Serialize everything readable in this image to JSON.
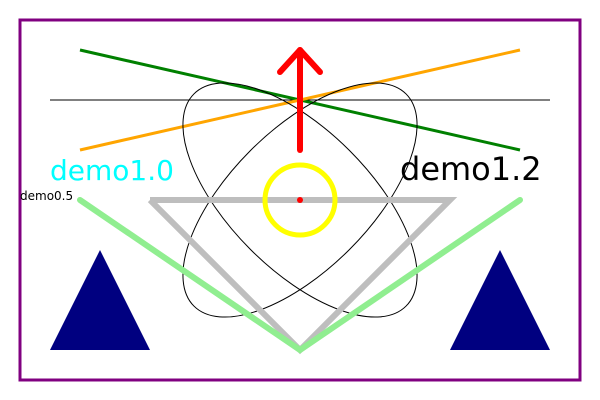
{
  "labels": {
    "demo_a": "demo1.0",
    "demo_b": "demo1.2",
    "demo_c": "demo0.5"
  },
  "colors": {
    "frame": "#800080",
    "black_line": "#000000",
    "green_line": "#008000",
    "orange_line": "#FFA500",
    "arrow": "#FF0000",
    "circle": "#FFFF00",
    "center_dot": "#FF0000",
    "ellipse": "#000000",
    "gray_v": "#BEBEBE",
    "lightgreen_v": "#90EE90",
    "triangle": "#000080",
    "demo_a_text": "#00FFFF",
    "demo_b_text": "#000000",
    "demo_c_text": "#000000"
  },
  "icons": {
    "arrow": "up-arrow",
    "left_triangle": "triangle-filled",
    "right_triangle": "triangle-filled"
  }
}
